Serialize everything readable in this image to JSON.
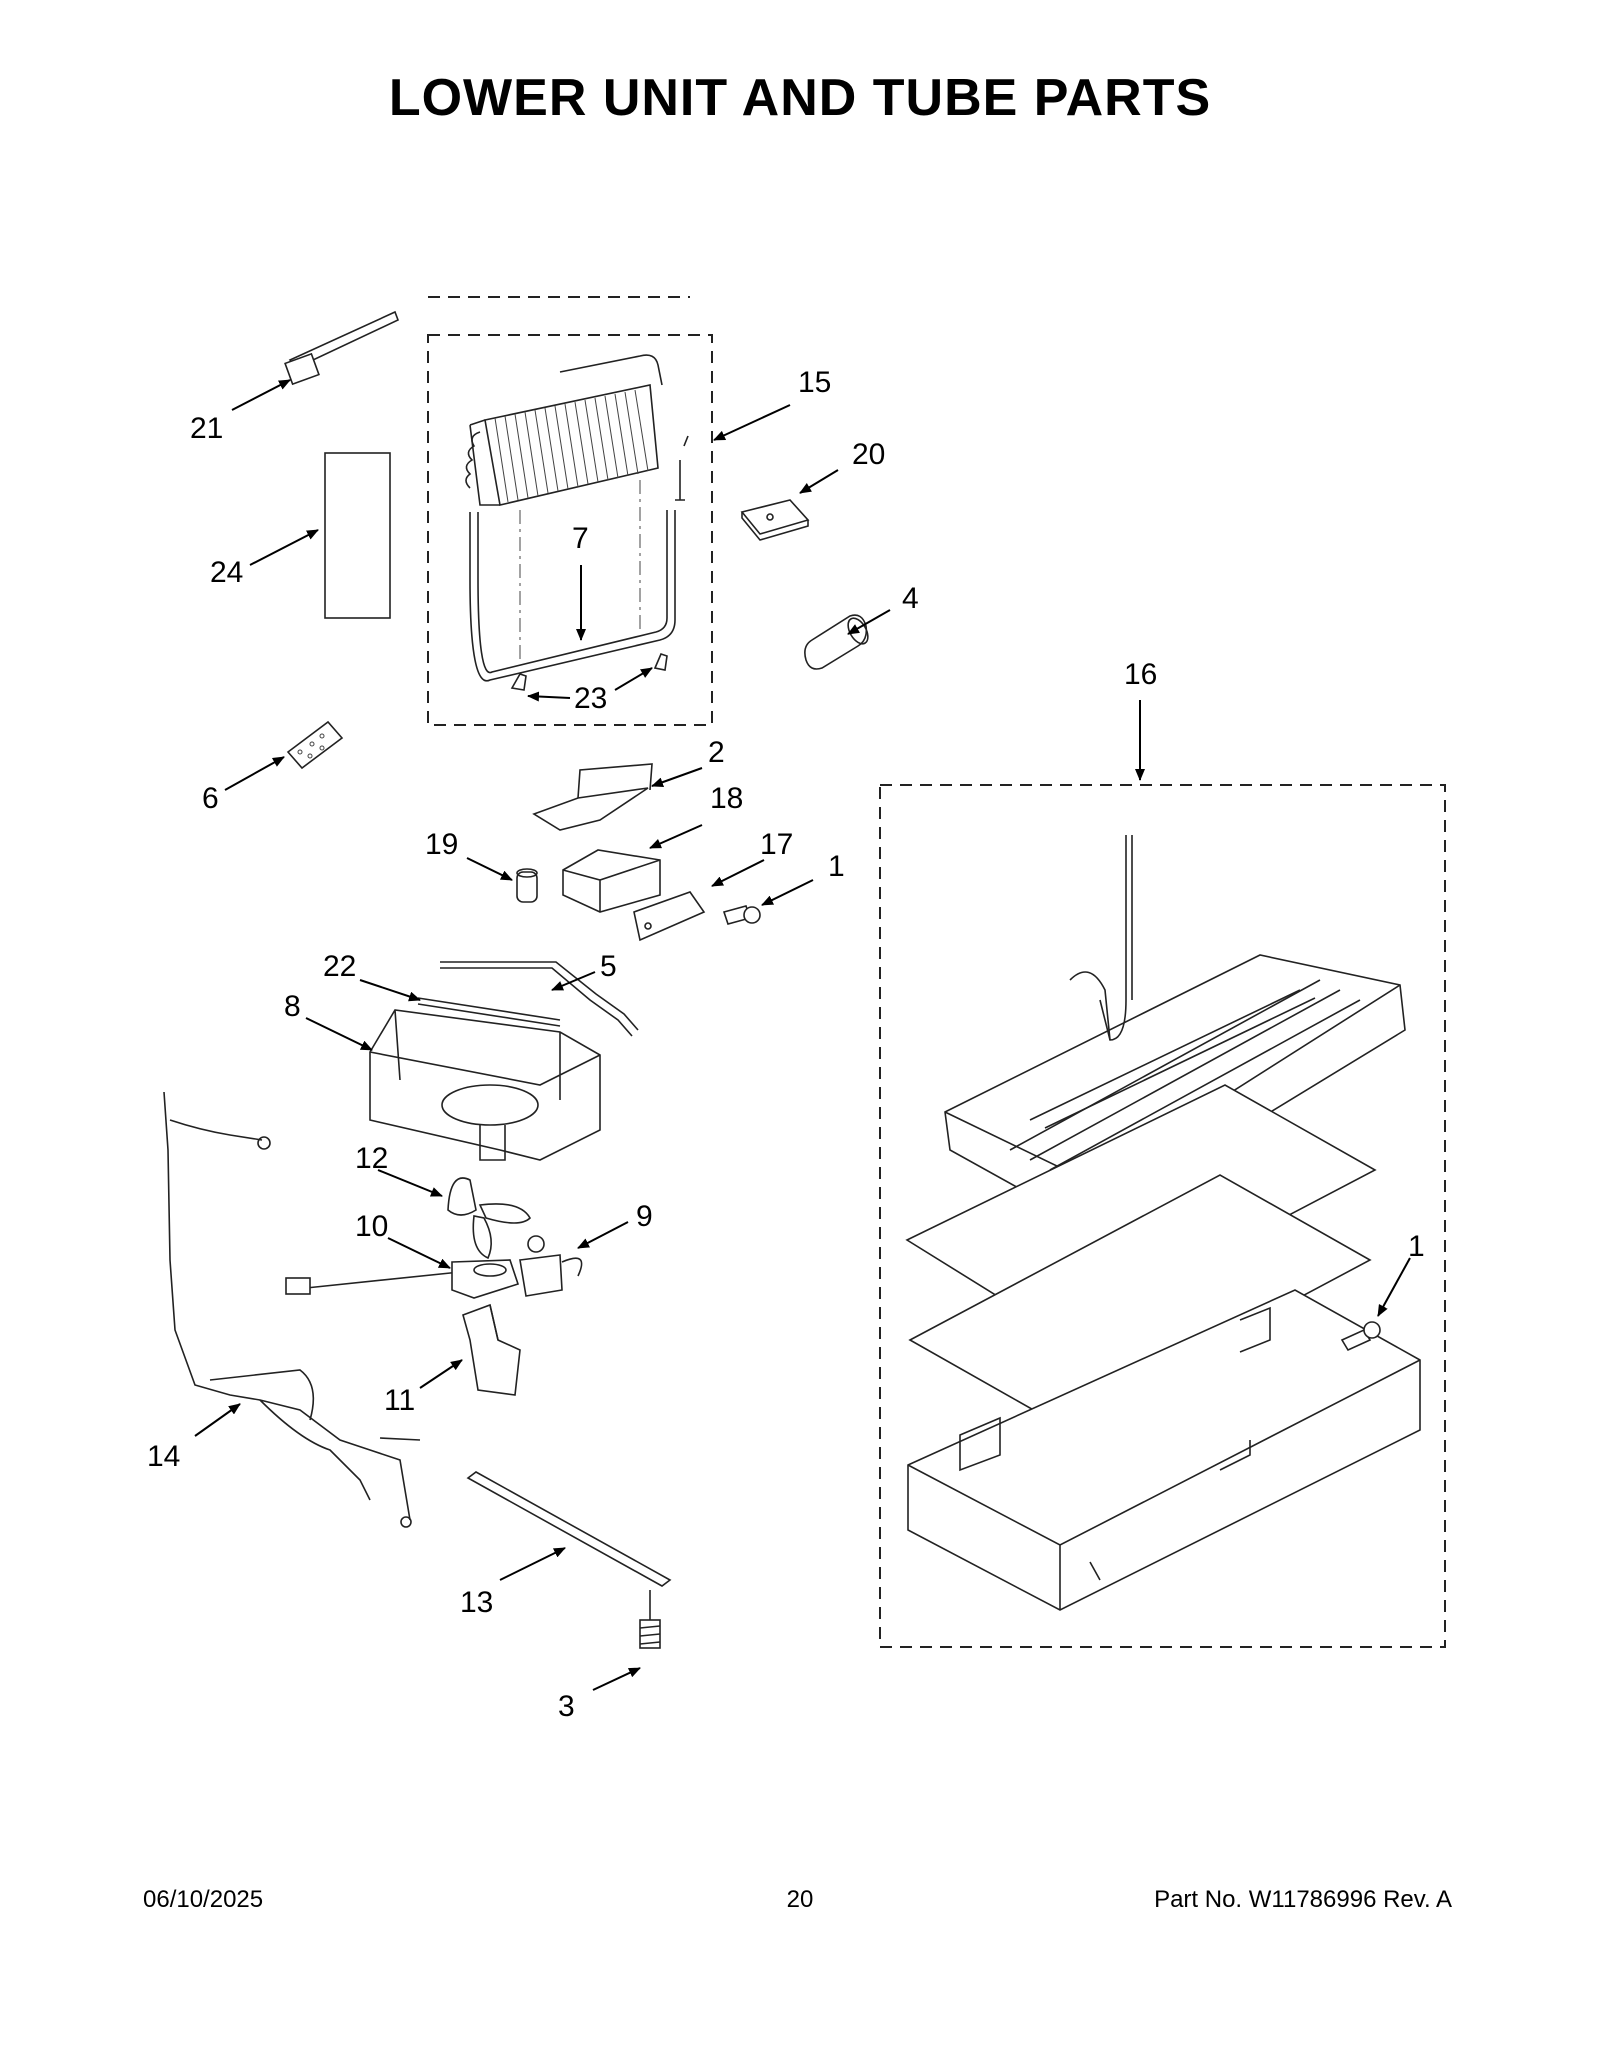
{
  "title": "LOWER UNIT AND TUBE PARTS",
  "callouts": [
    {
      "id": "c21",
      "label": "21"
    },
    {
      "id": "c24",
      "label": "24"
    },
    {
      "id": "c7",
      "label": "7"
    },
    {
      "id": "c23",
      "label": "23"
    },
    {
      "id": "c15",
      "label": "15"
    },
    {
      "id": "c20",
      "label": "20"
    },
    {
      "id": "c4",
      "label": "4"
    },
    {
      "id": "c6",
      "label": "6"
    },
    {
      "id": "c2",
      "label": "2"
    },
    {
      "id": "c18",
      "label": "18"
    },
    {
      "id": "c19",
      "label": "19"
    },
    {
      "id": "c17",
      "label": "17"
    },
    {
      "id": "c1a",
      "label": "1"
    },
    {
      "id": "c22",
      "label": "22"
    },
    {
      "id": "c5",
      "label": "5"
    },
    {
      "id": "c8",
      "label": "8"
    },
    {
      "id": "c12",
      "label": "12"
    },
    {
      "id": "c10",
      "label": "10"
    },
    {
      "id": "c9",
      "label": "9"
    },
    {
      "id": "c11",
      "label": "11"
    },
    {
      "id": "c14",
      "label": "14"
    },
    {
      "id": "c13",
      "label": "13"
    },
    {
      "id": "c3",
      "label": "3"
    },
    {
      "id": "c16",
      "label": "16"
    },
    {
      "id": "c1b",
      "label": "1"
    }
  ],
  "footer": {
    "date": "06/10/2025",
    "page": "20",
    "part_no": "Part No.  W11786996  Rev.  A"
  }
}
